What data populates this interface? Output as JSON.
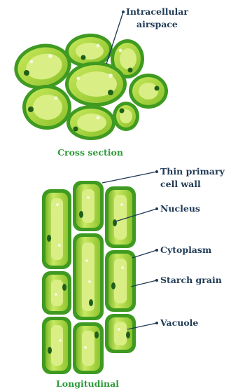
{
  "labels": {
    "intracellular_airspace_line1": "Intracellular",
    "intracellular_airspace_line2": "airspace",
    "cross_section": "Cross section",
    "thin_primary_line1": "Thin primary",
    "thin_primary_line2": "cell wall",
    "nucleus": "Nucleus",
    "cytoplasm": "Cytoplasm",
    "starch_grain": "Starch grain",
    "vacuole": "Vacuole",
    "longitudinal": "Longitudinal"
  },
  "colors": {
    "cell_wall": "#3f9a21",
    "cytoplasm": "#a8d53a",
    "vacuole": "#d9ee84",
    "nucleus": "#1f5f1a",
    "starch": "#f2f9dc",
    "label_text": "#1f3a55",
    "caption_text": "#2e9a3a",
    "leader_line": "#1f3a55"
  }
}
